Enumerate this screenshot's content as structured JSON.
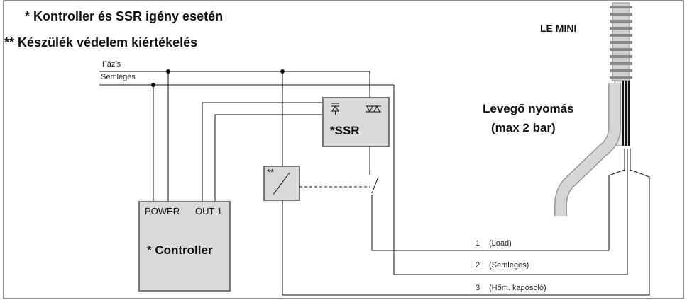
{
  "notes": {
    "controller_ssr": "* Kontroller és SSR igény esetén",
    "protection": "** Készülék védelem kiértékelés"
  },
  "lines": {
    "phase": "Fázis",
    "neutral": "Semleges"
  },
  "controller": {
    "power_label": "POWER",
    "out_label": "OUT 1",
    "name": "* Controller"
  },
  "ssr": {
    "name": "*SSR"
  },
  "protection_device": {
    "label": "**"
  },
  "heater": {
    "name": "LE MINI"
  },
  "air_pressure": {
    "line1": "Levegő nyomás",
    "line2": "(max 2 bar)"
  },
  "outputs": [
    {
      "number": "1",
      "label": "(Load)"
    },
    {
      "number": "2",
      "label": "(Semleges)"
    },
    {
      "number": "3",
      "label": "(Hőm. kaposoló)"
    }
  ],
  "colors": {
    "box_fill": "#d9d9d9",
    "box_border": "#777777",
    "wire": "#111111",
    "hose": "#cfcfcf"
  }
}
